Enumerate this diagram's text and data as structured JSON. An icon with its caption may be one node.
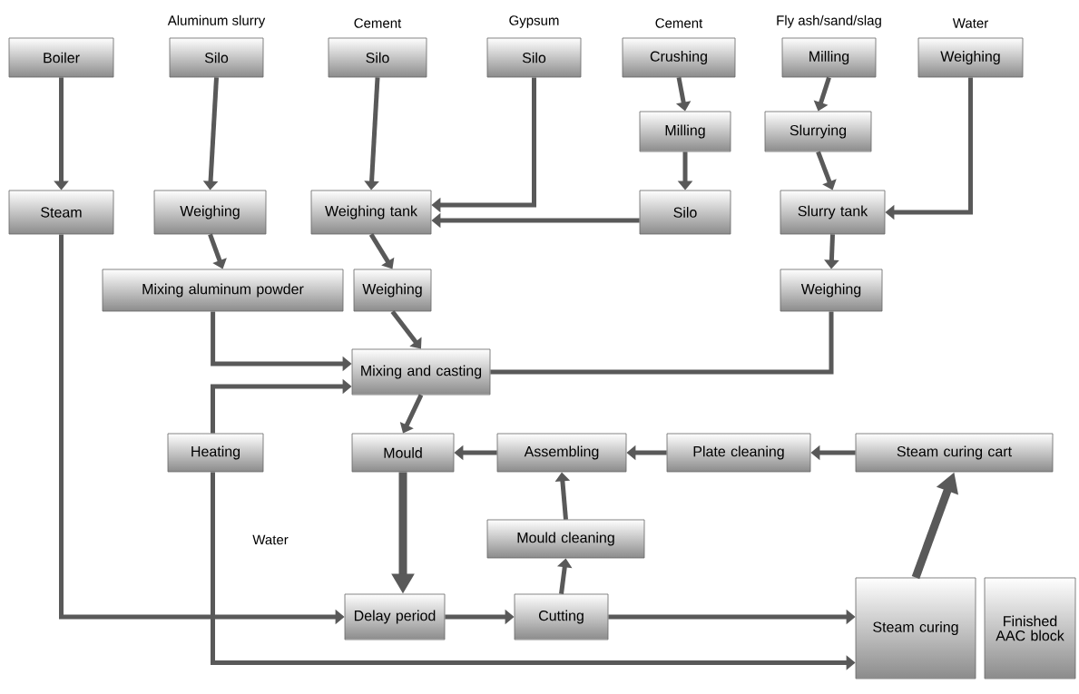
{
  "diagram": {
    "nodes": [
      {
        "text": [
          "Boiler"
        ]
      },
      {
        "text": [
          "Aluminum slurry",
          "Silo"
        ]
      },
      {
        "text": [
          "Cement",
          "Silo"
        ]
      },
      {
        "text": [
          "Gypsum",
          "Silo"
        ]
      },
      {
        "text": [
          "Cement",
          "Crushing"
        ]
      },
      {
        "text": [
          "Fly ash/sand/slag",
          "Milling"
        ]
      },
      {
        "text": [
          "Water",
          "Weighing"
        ]
      },
      {
        "text": [
          "Milling"
        ]
      },
      {
        "text": [
          "Slurrying"
        ]
      },
      {
        "text": [
          "Steam"
        ]
      },
      {
        "text": [
          "Weighing"
        ]
      },
      {
        "text": [
          "Weighing tank"
        ]
      },
      {
        "text": [
          "Silo"
        ]
      },
      {
        "text": [
          "Slurry tank"
        ]
      },
      {
        "text": [
          "Mixing aluminum powder"
        ]
      },
      {
        "text": [
          "Weighing"
        ]
      },
      {
        "text": [
          "Weighing"
        ]
      },
      {
        "text": [
          "Mixing and casting"
        ]
      },
      {
        "text": [
          "Heating"
        ]
      },
      {
        "text": [
          "Mould"
        ]
      },
      {
        "text": [
          "Assembling"
        ]
      },
      {
        "text": [
          "Plate cleaning"
        ]
      },
      {
        "text": [
          "Steam curing cart"
        ]
      },
      {
        "text": [
          "Mould cleaning"
        ]
      },
      {
        "text": [
          "Delay period"
        ]
      },
      {
        "text": [
          "Cutting"
        ]
      },
      {
        "text": [
          "Steam curing"
        ]
      },
      {
        "text": [
          "Finished AAC block"
        ]
      }
    ],
    "edges": [
      {
        "from": 0,
        "to": 9,
        "arrow": "to"
      },
      {
        "from": 1,
        "to": 10,
        "arrow": "to"
      },
      {
        "from": 2,
        "to": 11,
        "arrow": "to"
      },
      {
        "from": 3,
        "to": 11,
        "arrow": "to"
      },
      {
        "from": 12,
        "to": 11,
        "arrow": "to"
      },
      {
        "from": 4,
        "to": 7,
        "arrow": "to"
      },
      {
        "from": 7,
        "to": 12,
        "arrow": "to"
      },
      {
        "from": 5,
        "to": 8,
        "arrow": "to"
      },
      {
        "from": 8,
        "to": 13,
        "arrow": "to"
      },
      {
        "from": 6,
        "to": 13,
        "arrow": "to"
      },
      {
        "from": 13,
        "to": 16,
        "arrow": "to"
      },
      {
        "from": 10,
        "to": 14,
        "arrow": "to"
      },
      {
        "from": 11,
        "to": 15,
        "arrow": "to"
      },
      {
        "from": 15,
        "to": 17,
        "arrow": "to"
      },
      {
        "from": 14,
        "to": 17,
        "arrow": "to"
      },
      {
        "from": 16,
        "to": 17,
        "arrow": "none"
      },
      {
        "from": 18,
        "to": 17,
        "arrow": "to"
      },
      {
        "from": 18,
        "to": 26,
        "arrow": "to"
      },
      {
        "from": 9,
        "to": 24,
        "arrow": "to"
      },
      {
        "from": 17,
        "to": 19,
        "arrow": "to"
      },
      {
        "from": 22,
        "to": 21,
        "arrow": "to"
      },
      {
        "from": 21,
        "to": 20,
        "arrow": "to"
      },
      {
        "from": 20,
        "to": 19,
        "arrow": "to"
      },
      {
        "from": 19,
        "to": 24,
        "arrow": "to",
        "style": "thick"
      },
      {
        "from": 24,
        "to": 25,
        "arrow": "to"
      },
      {
        "from": 25,
        "to": 23,
        "arrow": "to"
      },
      {
        "from": 23,
        "to": 20,
        "arrow": "to"
      },
      {
        "from": 25,
        "to": 26,
        "arrow": "to"
      },
      {
        "from": 26,
        "to": 22,
        "arrow": "to",
        "style": "thick"
      }
    ],
    "labels": [
      "Water"
    ]
  }
}
